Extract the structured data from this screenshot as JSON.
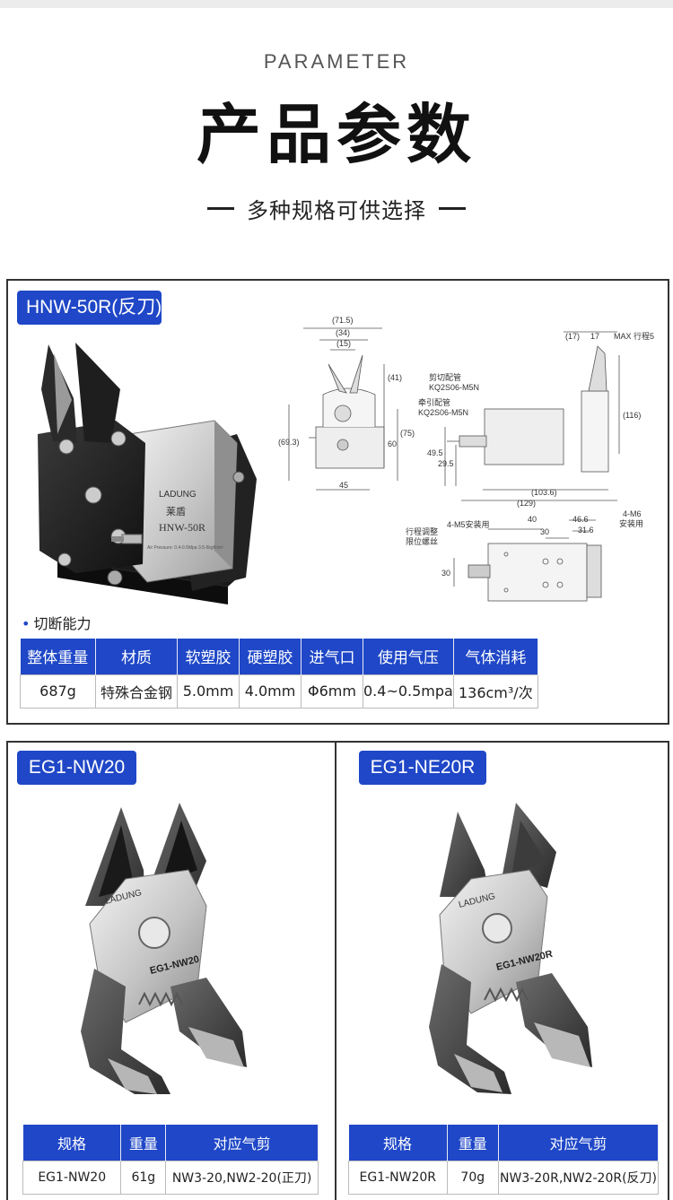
{
  "header": {
    "en_title": "PARAMETER",
    "cn_title": "产品参数",
    "subtitle": "多种规格可供选择"
  },
  "hnw": {
    "tag": "HNW-50R(反刀)",
    "section_label": "切断能力",
    "headers": [
      "整体重量",
      "材质",
      "软塑胶",
      "硬塑胶",
      "进气口",
      "使用气压",
      "气体消耗"
    ],
    "values": [
      "687g",
      "特殊合金钢",
      "5.0mm",
      "4.0mm",
      "Φ6mm",
      "0.4~0.5mpa",
      "136cm³/次"
    ],
    "product": {
      "brand": "LADUNG",
      "brand_cn": "莱盾",
      "model": "HNW-50R",
      "pressure": "Air Pressure: 0.4-0.5Mpa 3.5-6kgf/cm²"
    },
    "drawing": {
      "front": {
        "d1": "(71.5)",
        "d2": "(34)",
        "d3": "(15)",
        "d4": "(41)",
        "d5": "(69.3)",
        "d6": "(75)",
        "d7": "60",
        "d8": "45"
      },
      "side": {
        "d_17a": "(17)",
        "d_17b": "17",
        "max": "MAX 行程5",
        "cut_pipe": "剪切配管",
        "cut_pipe_part": "KQ2S06-M5N",
        "pull_pipe": "牵引配管",
        "pull_pipe_part": "KQ2S06-M5N",
        "d_116": "(116)",
        "d_495": "49.5",
        "d_295": "29.5",
        "d_1036": "(103.6)",
        "d_129": "(129)"
      },
      "bottom": {
        "m5": "4-M5安装用",
        "m6": "4-M6",
        "m6_use": "安装用",
        "stroke1": "行程调整",
        "stroke2": "限位螺丝",
        "d_40": "40",
        "d_30a": "30",
        "d_466": "46.6",
        "d_316": "31.6",
        "d_30b": "30"
      }
    }
  },
  "eg1_nw20": {
    "tag": "EG1-NW20",
    "blade_brand": "LADUNG",
    "blade_model": "EG1-NW20",
    "headers": [
      "规格",
      "重量",
      "对应气剪"
    ],
    "values": [
      "EG1-NW20",
      "61g",
      "NW3-20,NW2-20(正刀)"
    ]
  },
  "eg1_ne20r": {
    "tag": "EG1-NE20R",
    "blade_brand": "LADUNG",
    "blade_model": "EG1-NW20R",
    "headers": [
      "规格",
      "重量",
      "对应气剪"
    ],
    "values": [
      "EG1-NW20R",
      "70g",
      "NW3-20R,NW2-20R(反刀)"
    ]
  },
  "colors": {
    "accent": "#1f47c7",
    "border": "#333333"
  }
}
